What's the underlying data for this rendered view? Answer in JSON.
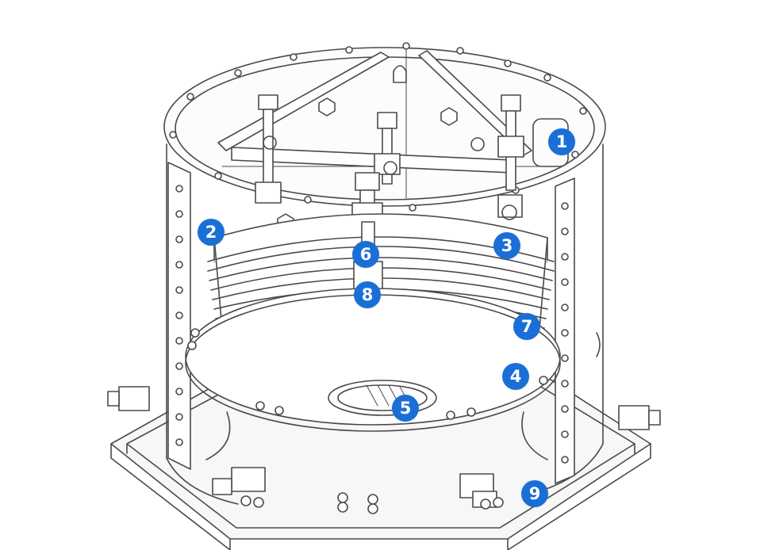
{
  "diagram": {
    "subject": "exploded line drawing of a round industrial equipment housing with numbered part callouts",
    "line_color": "#4a4a4a",
    "callout_color": "#1a6fd6",
    "callout_text_color": "#ffffff",
    "callouts": [
      {
        "label": "1"
      },
      {
        "label": "2"
      },
      {
        "label": "3"
      },
      {
        "label": "4"
      },
      {
        "label": "5"
      },
      {
        "label": "6"
      },
      {
        "label": "7"
      },
      {
        "label": "8"
      },
      {
        "label": "9"
      }
    ]
  }
}
